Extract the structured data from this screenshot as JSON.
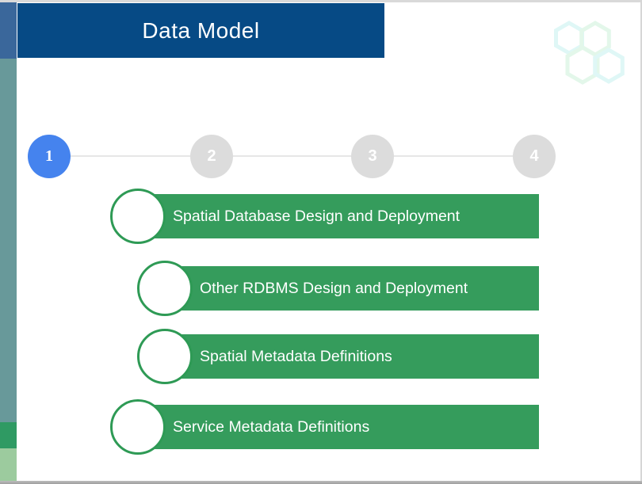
{
  "header": {
    "title": "Data Model"
  },
  "stepper": {
    "steps": [
      {
        "number": "1",
        "state": "active"
      },
      {
        "number": "2",
        "state": "inactive"
      },
      {
        "number": "3",
        "state": "inactive"
      },
      {
        "number": "4",
        "state": "inactive"
      }
    ]
  },
  "list": {
    "items": [
      {
        "label": "Spatial Database Design and Deployment"
      },
      {
        "label": "Other RDBMS Design and Deployment"
      },
      {
        "label": "Spatial Metadata Definitions"
      },
      {
        "label": "Service Metadata Definitions"
      }
    ]
  },
  "decoration": {
    "icon": "hexagon-cluster"
  },
  "colors": {
    "banner_blue": "#064a85",
    "strip_blue": "#3a679b",
    "strip_teal": "#68999a",
    "strip_green": "#2f9a63",
    "strip_light_green": "#9ccb9e",
    "bar_green": "#359c5c",
    "bullet_border_green": "#2e9a55",
    "step_active_blue": "#4583ee",
    "step_inactive_gray": "#dcdcdc",
    "hex_pale_cyan": "#dff7f6",
    "hex_pale_green": "#e3f7ea"
  }
}
